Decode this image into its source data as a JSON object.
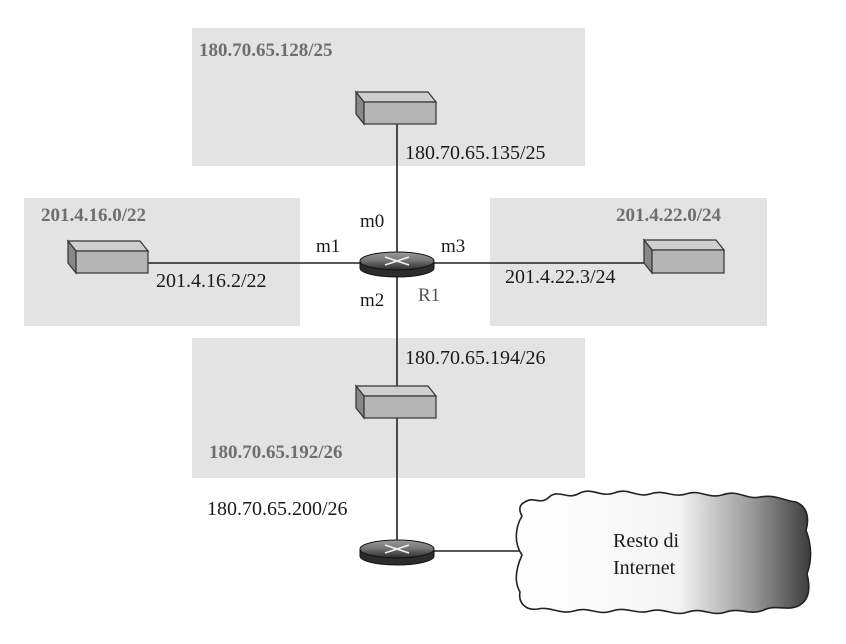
{
  "networks": {
    "top": "180.70.65.128/25",
    "left": "201.4.16.0/22",
    "right": "201.4.22.0/24",
    "bottom": "180.70.65.192/26"
  },
  "addresses": {
    "m0": "180.70.65.135/25",
    "m1": "201.4.16.2/22",
    "m3": "201.4.22.3/24",
    "m2": "180.70.65.194/26",
    "lower": "180.70.65.200/26"
  },
  "interfaces": {
    "m0": "m0",
    "m1": "m1",
    "m2": "m2",
    "m3": "m3"
  },
  "router": {
    "name": "R1"
  },
  "cloud": {
    "line1": "Resto di",
    "line2": "Internet"
  },
  "colors": {
    "lan_background": "#e3e3e3",
    "host_body": "#b5b5b5",
    "router_body": "#3a3a3a"
  }
}
